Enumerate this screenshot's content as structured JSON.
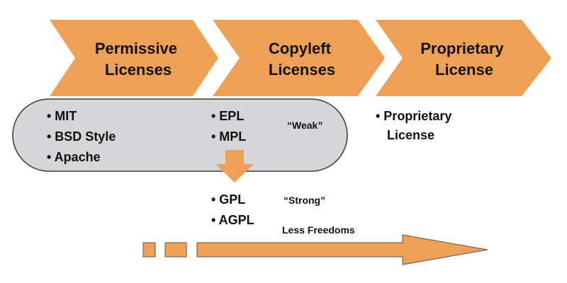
{
  "colors": {
    "chevron_fill": "#EFA057",
    "pill_fill": "#D4D6D9",
    "pill_stroke": "#3A3A3A",
    "text": "#111111",
    "background": "#FFFFFF"
  },
  "stages": [
    {
      "line1": "Permissive",
      "line2": "Licenses"
    },
    {
      "line1": "Copyleft",
      "line2": "Licenses"
    },
    {
      "line1": "Proprietary",
      "line2": "License"
    }
  ],
  "permissive_items": [
    "• MIT",
    "• BSD Style",
    "• Apache"
  ],
  "weak_copyleft": {
    "note": "“Weak”",
    "items": [
      "• EPL",
      "• MPL"
    ]
  },
  "strong_copyleft": {
    "note": "“Strong”",
    "items": [
      "• GPL",
      "• AGPL"
    ]
  },
  "proprietary_item": {
    "line1": "• Proprietary",
    "line2": "License"
  },
  "freedom_arrow": {
    "label": "Less Freedoms"
  }
}
